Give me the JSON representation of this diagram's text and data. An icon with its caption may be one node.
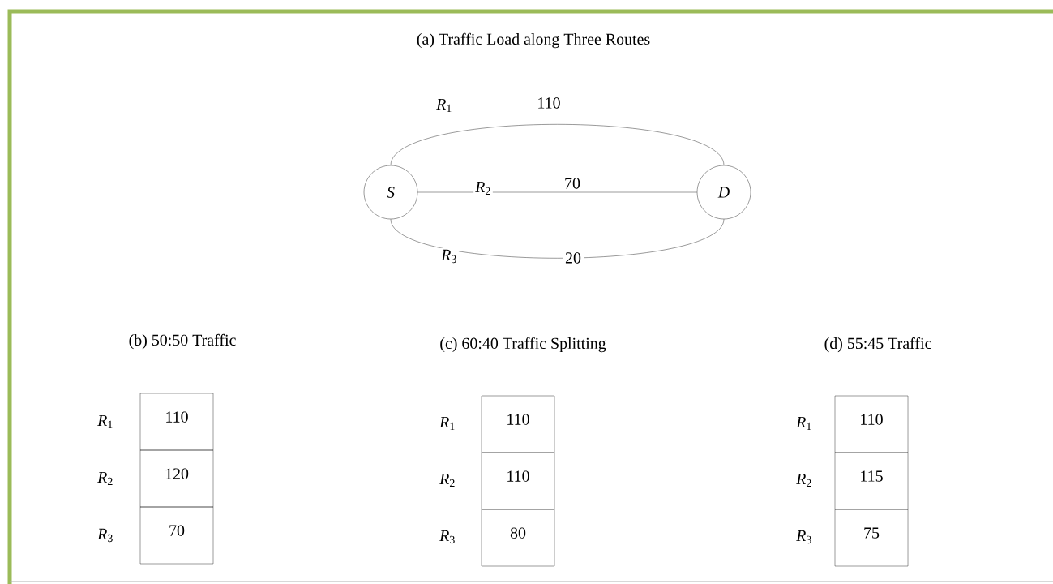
{
  "diagram": {
    "title": "(a) Traffic Load along Three Routes",
    "nodes": [
      {
        "text": [
          "S"
        ]
      },
      {
        "text": [
          "D"
        ]
      },
      {
        "text": [
          "110"
        ]
      },
      {
        "text": [
          "120"
        ]
      },
      {
        "text": [
          "70"
        ]
      },
      {
        "text": [
          "110"
        ]
      },
      {
        "text": [
          "110"
        ]
      },
      {
        "text": [
          "80"
        ]
      },
      {
        "text": [
          "110"
        ]
      },
      {
        "text": [
          "115"
        ]
      },
      {
        "text": [
          "75"
        ]
      }
    ],
    "edges": [
      {
        "from": 0,
        "to": 1,
        "arrow": "none",
        "label": "110"
      },
      {
        "from": 0,
        "to": 1,
        "arrow": "none",
        "label": "70"
      },
      {
        "from": 0,
        "to": 1,
        "arrow": "none",
        "label": "20"
      }
    ],
    "labels": [
      "*R*$_{1}$",
      "*R*$_{2}$",
      "*R*$_{3}$",
      "(b) 50:50 Traffic",
      "(c) 60:40 Traffic Splitting",
      "(d) 55:45 Traffic",
      "*R*$_{1}$",
      "*R*$_{2}$",
      "*R*$_{3}$",
      "*R*$_{1}$",
      "*R*$_{2}$",
      "*R*$_{3}$",
      "*R*$_{1}$",
      "*R*$_{2}$",
      "*R*$_{3}$"
    ]
  }
}
